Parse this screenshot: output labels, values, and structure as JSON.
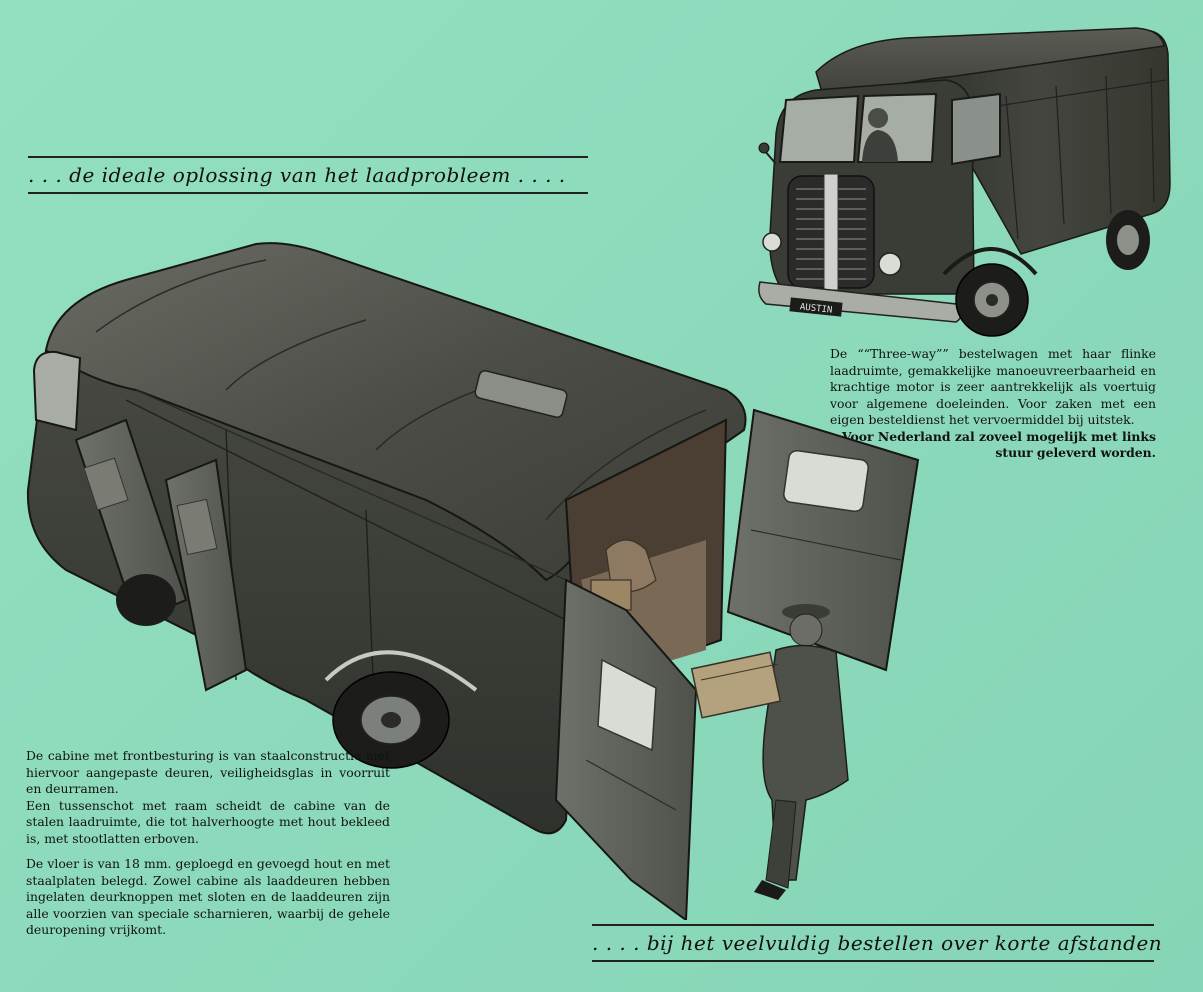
{
  "headlines": {
    "top": ". . . de ideale oplossing van het laadprobleem . . . .",
    "bottom": ". . . . bij het veelvuldig bestellen over korte afstanden"
  },
  "caption": {
    "text": "De ““Three-way”” bestelwagen met haar flinke laadruimte, gemakkelijke manoeuvreerbaarheid en krachtige motor is zeer aantrekkelijk als voertuig voor algemene doeleinden. Voor zaken met een eigen besteldienst het vervoermiddel bij uitstek.",
    "note": "Voor Nederland zal zoveel mogelijk met links stuur geleverd worden."
  },
  "body": {
    "paragraph1": "De cabine met frontbesturing is van staalconstructie met hiervoor aangepaste deuren, veiligheidsglas in voorruit en deurramen.",
    "paragraph2": "Een tussenschot met raam scheidt de cabine van de stalen laadruimte, die tot halverhoogte met hout bekleed is, met stootlatten erboven.",
    "paragraph3": "De vloer is van 18 mm. geploegd en gevoegd hout en met staalplaten belegd. Zowel cabine als laaddeuren hebben ingelaten deurknoppen met sloten en de laaddeuren zijn alle voorzien van speciale scharnieren, waarbij de gehele deuropening vrijkomt."
  },
  "illustrations": {
    "small_van_plate": "AUSTIN"
  },
  "colors": {
    "background": "#8fdcbc",
    "ink": "#1a1a1a",
    "van_body": "#3d3f3b"
  }
}
